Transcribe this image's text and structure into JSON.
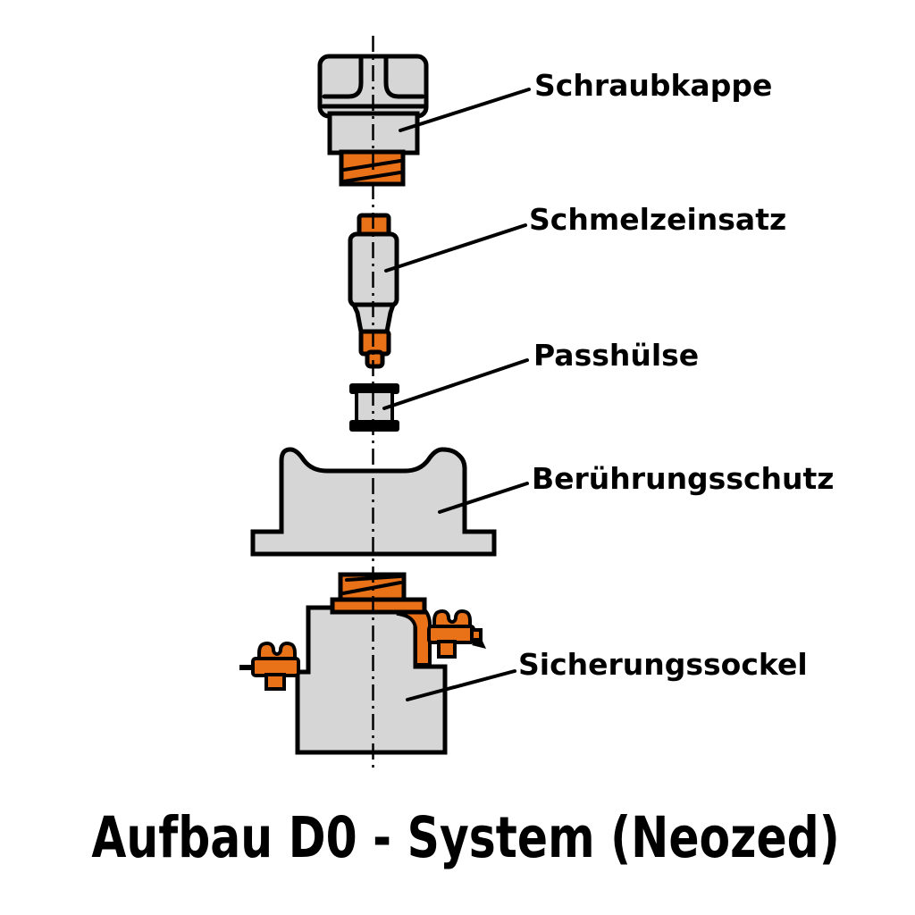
{
  "diagram": {
    "title": "Aufbau D0 - System (Neozed)",
    "labels": [
      {
        "id": "schraubkappe",
        "text": "Schraubkappe"
      },
      {
        "id": "schmelzeinsatz",
        "text": "Schmelzeinsatz"
      },
      {
        "id": "passhuelse",
        "text": "Passhülse"
      },
      {
        "id": "beruehrungsschutz",
        "text": "Berührungsschutz"
      },
      {
        "id": "sicherungssockel",
        "text": "Sicherungssockel"
      }
    ],
    "colors": {
      "background": "#ffffff",
      "part_fill": "#d6d6d6",
      "metal_accent": "#e97118",
      "outline": "#000000",
      "text": "#000000"
    }
  }
}
